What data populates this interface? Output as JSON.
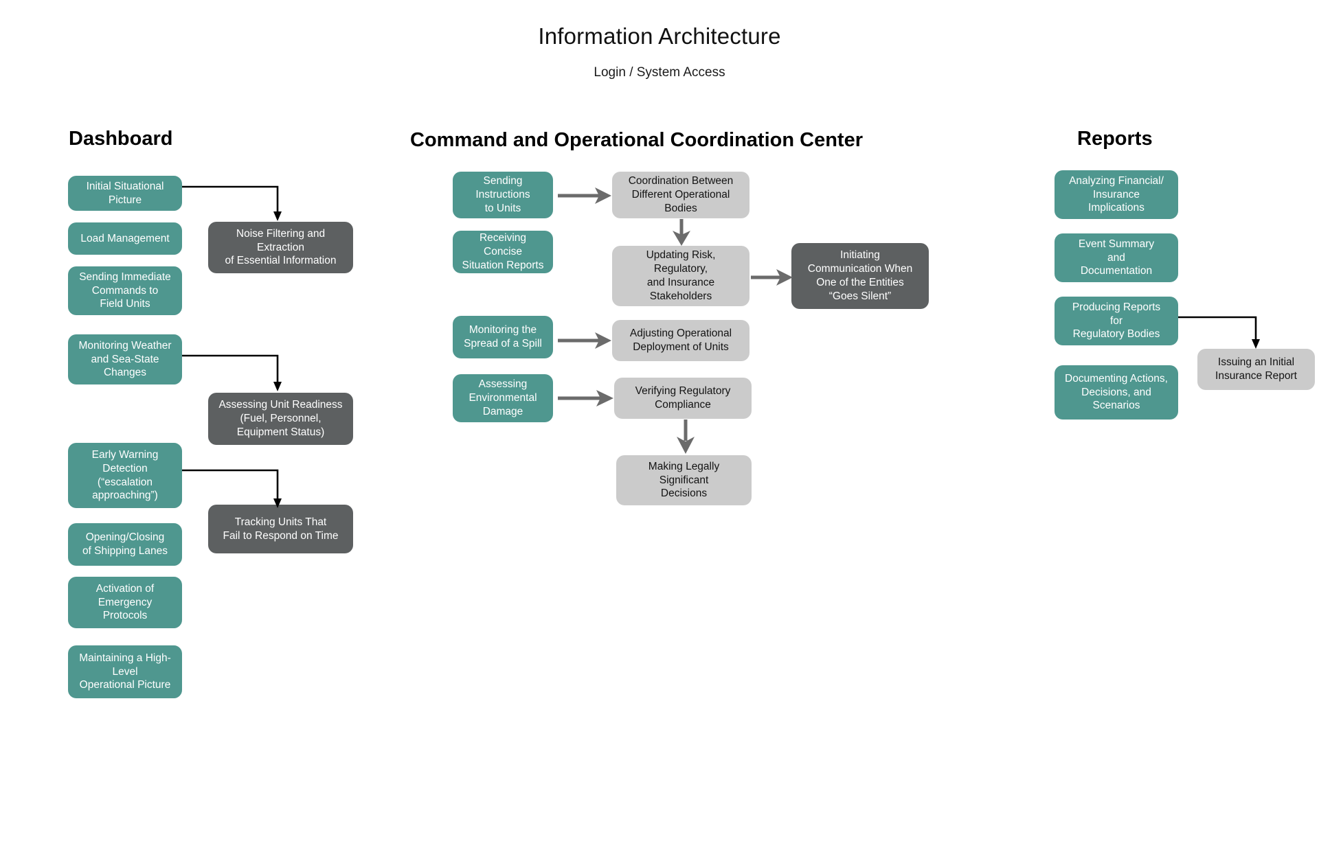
{
  "header": {
    "title": "Information Architecture",
    "subtitle": "Login / System Access"
  },
  "colors": {
    "teal": "#4f978f",
    "dark_gray": "#5d6061",
    "light_gray": "#cbcbcb",
    "arrow_black": "#000000",
    "arrow_gray": "#6b6b6b",
    "background": "#ffffff"
  },
  "columns": [
    {
      "id": "dashboard",
      "title": "Dashboard",
      "primary_nodes": [
        {
          "id": "d1",
          "label": "Initial Situational\nPicture"
        },
        {
          "id": "d2",
          "label": "Load Management"
        },
        {
          "id": "d3",
          "label": "Sending Immediate\nCommands to\nField Units"
        },
        {
          "id": "d4",
          "label": "Monitoring Weather\nand Sea-State\nChanges"
        },
        {
          "id": "d5",
          "label": "Early Warning\nDetection\n(“escalation\napproaching”)"
        },
        {
          "id": "d6",
          "label": "Opening/Closing\nof Shipping Lanes"
        },
        {
          "id": "d7",
          "label": "Activation of\nEmergency\nProtocols"
        },
        {
          "id": "d8",
          "label": "Maintaining a High-\nLevel\nOperational Picture"
        }
      ],
      "secondary_nodes": [
        {
          "id": "d-out1",
          "label": "Noise Filtering and\nExtraction\nof Essential Information",
          "style": "dark"
        },
        {
          "id": "d-out2",
          "label": "Assessing Unit Readiness\n(Fuel, Personnel,\nEquipment Status)",
          "style": "dark"
        },
        {
          "id": "d-out3",
          "label": "Tracking Units That\nFail to Respond on Time",
          "style": "dark"
        }
      ]
    },
    {
      "id": "command",
      "title": "Command and Operational Coordination Center",
      "primary_nodes": [
        {
          "id": "c1",
          "label": "Sending\nInstructions\nto Units"
        },
        {
          "id": "c2",
          "label": "Receiving Concise\nSituation Reports"
        },
        {
          "id": "c3",
          "label": "Monitoring the\nSpread of a Spill"
        },
        {
          "id": "c4",
          "label": "Assessing\nEnvironmental\nDamage"
        }
      ],
      "secondary_nodes": [
        {
          "id": "c-out1",
          "label": "Coordination Between\nDifferent Operational\nBodies",
          "style": "light"
        },
        {
          "id": "c-out2",
          "label": "Updating Risk,\nRegulatory,\nand Insurance\nStakeholders",
          "style": "light"
        },
        {
          "id": "c-out3",
          "label": "Initiating\nCommunication When\nOne of the Entities\n“Goes Silent”",
          "style": "dark"
        },
        {
          "id": "c-out4",
          "label": "Adjusting Operational\nDeployment of Units",
          "style": "light"
        },
        {
          "id": "c-out5",
          "label": "Verifying Regulatory\nCompliance",
          "style": "light"
        },
        {
          "id": "c-out6",
          "label": "Making Legally\nSignificant\nDecisions",
          "style": "light"
        }
      ]
    },
    {
      "id": "reports",
      "title": "Reports",
      "primary_nodes": [
        {
          "id": "r1",
          "label": "Analyzing Financial/\nInsurance\nImplications"
        },
        {
          "id": "r2",
          "label": "Event Summary\nand\nDocumentation"
        },
        {
          "id": "r3",
          "label": "Producing Reports\nfor\nRegulatory Bodies"
        },
        {
          "id": "r4",
          "label": "Documenting Actions,\nDecisions, and\nScenarios"
        }
      ],
      "secondary_nodes": [
        {
          "id": "r-out1",
          "label": "Issuing an Initial\nInsurance Report",
          "style": "light"
        }
      ]
    }
  ],
  "connections": [
    {
      "id": "conn-d1",
      "from": "d1",
      "to": "d-out1",
      "kind": "elbow-black"
    },
    {
      "id": "conn-d4",
      "from": "d4",
      "to": "d-out2",
      "kind": "elbow-black"
    },
    {
      "id": "conn-d5",
      "from": "d5",
      "to": "d-out3",
      "kind": "elbow-black"
    },
    {
      "id": "conn-c1",
      "from": "c1",
      "to": "c-out1",
      "kind": "straight-gray"
    },
    {
      "id": "conn-c-out1",
      "from": "c-out1",
      "to": "c-out2",
      "kind": "down-gray"
    },
    {
      "id": "conn-c-out2",
      "from": "c-out2",
      "to": "c-out3",
      "kind": "straight-gray"
    },
    {
      "id": "conn-c3",
      "from": "c3",
      "to": "c-out4",
      "kind": "straight-gray"
    },
    {
      "id": "conn-c4",
      "from": "c4",
      "to": "c-out5",
      "kind": "straight-gray"
    },
    {
      "id": "conn-c-out5",
      "from": "c-out5",
      "to": "c-out6",
      "kind": "down-gray"
    },
    {
      "id": "conn-r3",
      "from": "r3",
      "to": "r-out1",
      "kind": "elbow-black"
    }
  ]
}
